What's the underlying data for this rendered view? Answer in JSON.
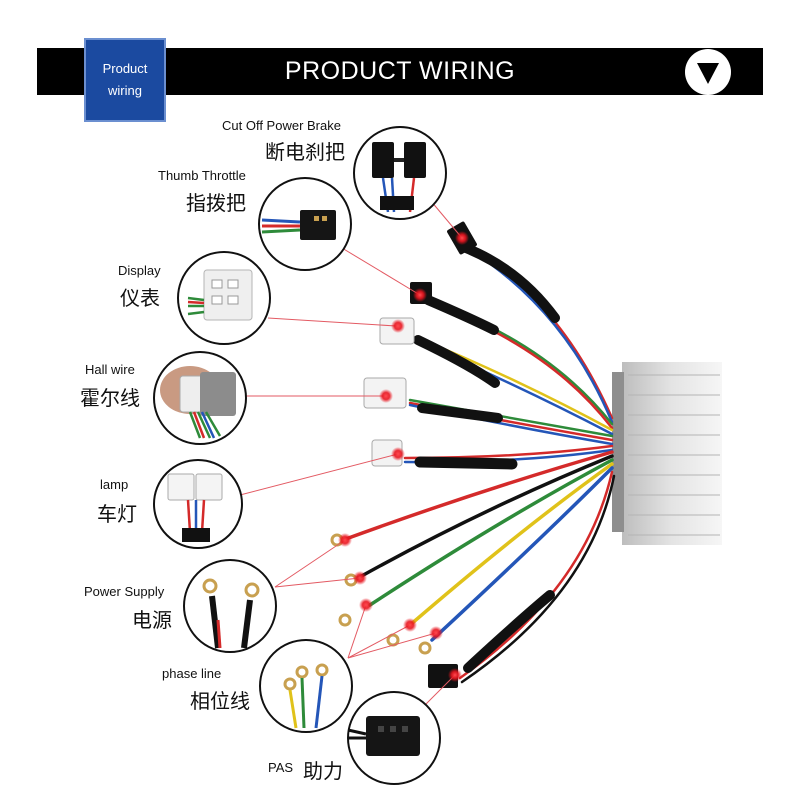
{
  "header": {
    "badge_line1": "Product",
    "badge_line2": "wiring",
    "title": "PRODUCT WIRING",
    "scroll_icon": "down-triangle-icon"
  },
  "components": [
    {
      "en": "Cut Off Power Brake",
      "cn": "断电刹把"
    },
    {
      "en": "Thumb Throttle",
      "cn": "指拨把"
    },
    {
      "en": "Display",
      "cn": "仪表"
    },
    {
      "en": "Hall wire",
      "cn": "霍尔线"
    },
    {
      "en": "lamp",
      "cn": "车灯"
    },
    {
      "en": "Power Supply",
      "cn": "电源"
    },
    {
      "en": "phase line",
      "cn": "相位线"
    },
    {
      "en": "PAS",
      "cn": "助力"
    }
  ],
  "colors": {
    "banner": "#000000",
    "badge": "#1b4aa0",
    "pointer_line": "#e35a63",
    "marker": "#e8141e",
    "controller": "#d3d3d3",
    "wire_red": "#d42a2a",
    "wire_yellow": "#e0c21a",
    "wire_green": "#2e8b3a",
    "wire_blue": "#2456b8",
    "wire_black": "#111111"
  }
}
